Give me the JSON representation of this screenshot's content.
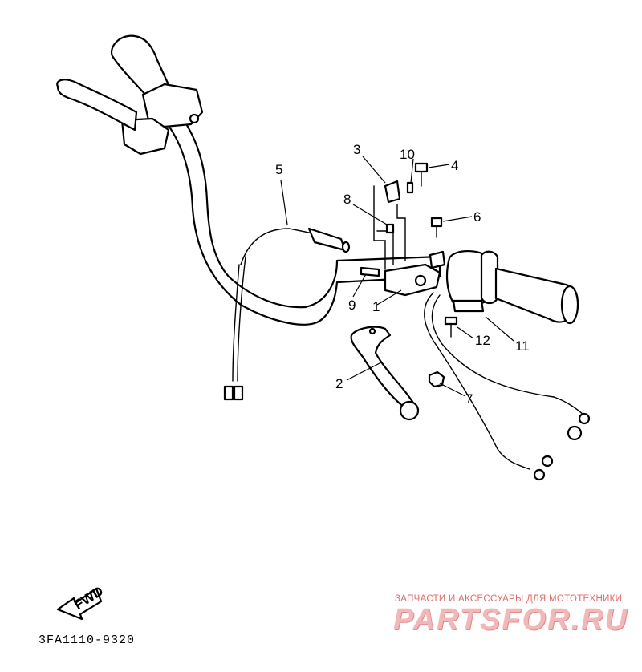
{
  "diagram": {
    "callouts": [
      {
        "id": "1",
        "text": "1"
      },
      {
        "id": "2",
        "text": "2"
      },
      {
        "id": "3",
        "text": "3"
      },
      {
        "id": "4",
        "text": "4"
      },
      {
        "id": "5",
        "text": "5"
      },
      {
        "id": "6",
        "text": "6"
      },
      {
        "id": "7",
        "text": "7"
      },
      {
        "id": "8",
        "text": "8"
      },
      {
        "id": "9",
        "text": "9"
      },
      {
        "id": "10",
        "text": "10"
      },
      {
        "id": "11",
        "text": "11"
      },
      {
        "id": "12",
        "text": "12"
      }
    ],
    "fwd_label": "FWD",
    "part_code": "3FA1110-9320"
  },
  "watermark": {
    "tagline": "ЗАПЧАСТИ И АКСЕССУАРЫ ДЛЯ МОТОТЕХНИКИ",
    "brand": "PARTSFOR.RU",
    "color": "#e26a6a"
  }
}
